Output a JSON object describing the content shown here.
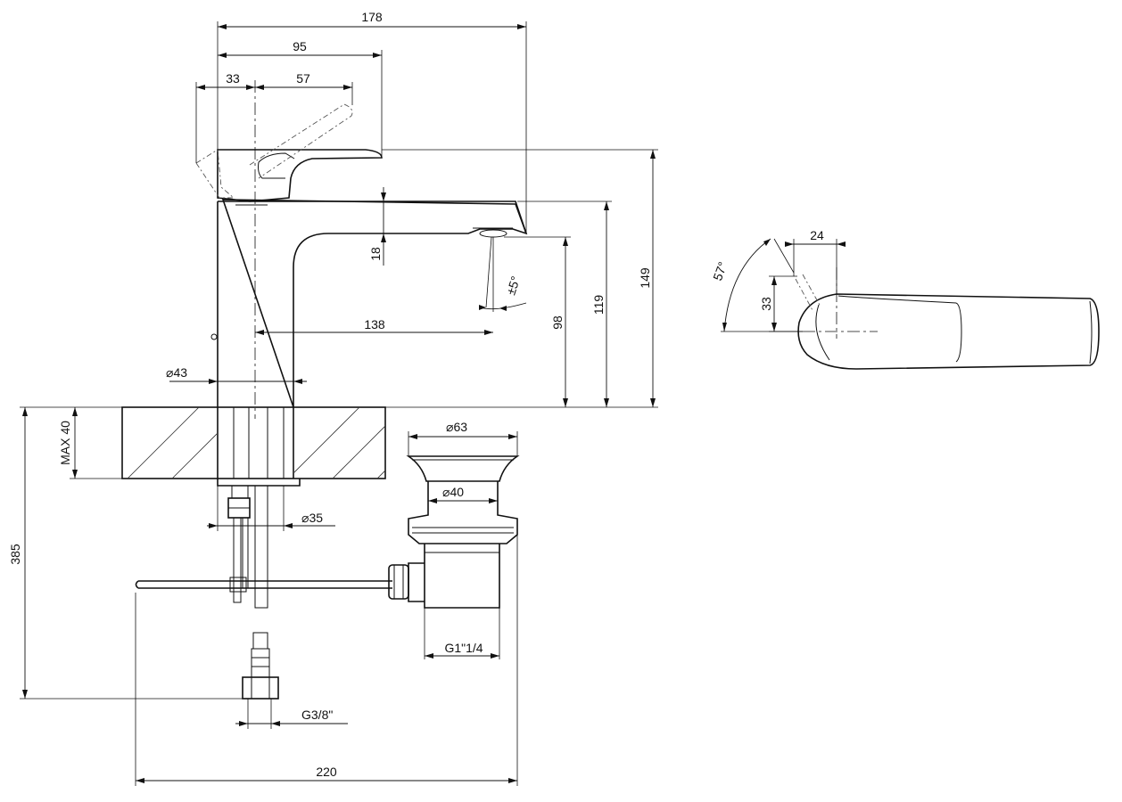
{
  "drawing": {
    "colors": {
      "line": "#111111",
      "background": "#ffffff"
    },
    "dimensions": {
      "overall_spout_width": "178",
      "lever_reach": "95",
      "lever_rear": "33",
      "lever_front": "57",
      "spout_thickness": "18",
      "spray_angle": "±5°",
      "spout_projection": "138",
      "body_diameter": "43",
      "outlet_height": "98",
      "spout_top_height": "119",
      "overall_height": "149",
      "deck_thickness": "MAX 40",
      "waste_flange_diameter": "63",
      "waste_inner_diameter": "40",
      "shank_diameter": "35",
      "waste_thread": "G1\"1/4",
      "supply_thread": "G3/8\"",
      "under_deck_length": "385",
      "pop_up_rod_length": "220",
      "lever_rotation_angle": "57°",
      "lever_top_offset": "24",
      "lever_side_offset": "33"
    }
  }
}
